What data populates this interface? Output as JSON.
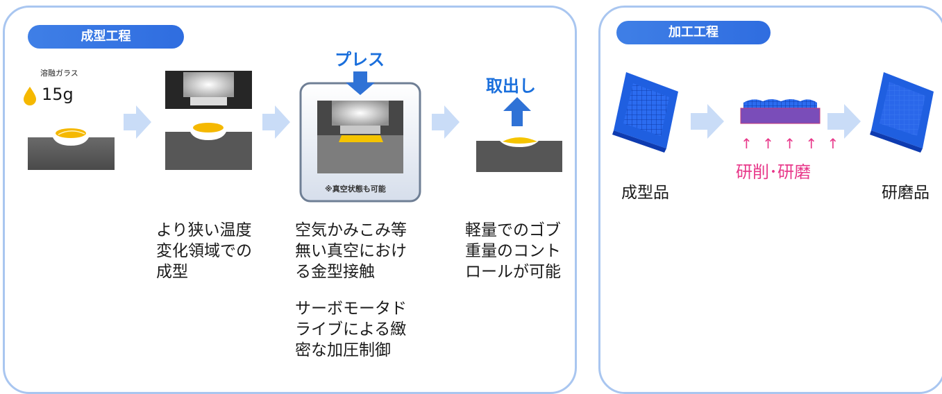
{
  "left_section": {
    "title": "成型工程",
    "glass_label": "溶融ガラス",
    "glass_weight": "15g",
    "press_label": "プレス",
    "vacuum_note": "※真空状態も可能",
    "takeout_label": "取出し",
    "desc1": "より狭い温度\n変化領域での\n成型",
    "desc2": "空気かみこみ等\n無い真空におけ\nる金型接触",
    "desc3": "サーボモータド\nライブによる緻\n密な加圧制御",
    "desc4": "軽量でのゴブ\n重量のコント\nロールが可能"
  },
  "right_section": {
    "title": "加工工程",
    "grind_arrows": "↑ ↑ ↑ ↑ ↑",
    "grind_label": "研削･研磨",
    "molded_label": "成型品",
    "polished_label": "研磨品"
  },
  "colors": {
    "panel_border": "#a9c6f0",
    "pill": "#2f6de0",
    "flow_arrow": "#c9dcf7",
    "blue_text": "#1a6fdc",
    "grind_pink": "#e8388a",
    "glass_yellow": "#f5b800",
    "mold_gray": "#595959"
  }
}
